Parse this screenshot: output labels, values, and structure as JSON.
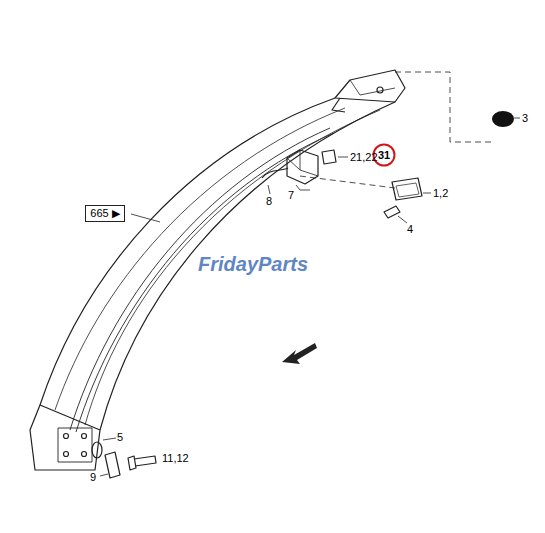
{
  "diagram": {
    "nodes": [
      {
        "text": [
          "665 ▶"
        ]
      },
      {
        "text": [
          "31"
        ]
      }
    ],
    "labels": [
      "3",
      "21,22",
      "1,2",
      "4",
      "8",
      "7",
      "5",
      "9",
      "11,12",
      "FridayParts"
    ]
  }
}
